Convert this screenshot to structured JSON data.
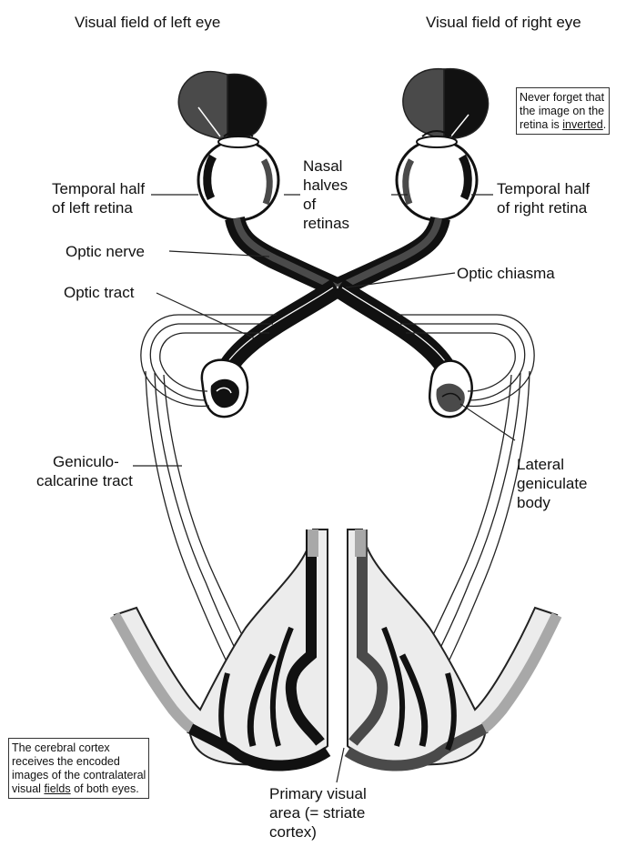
{
  "title_left": "Visual field of left eye",
  "title_right": "Visual field of right eye",
  "note_inverted": {
    "line1": "Never forget that",
    "line2": "the image on the",
    "line3_prefix": "retina is ",
    "line3_emph": "inverted",
    "line3_suffix": "."
  },
  "labels": {
    "temporal_left": [
      "Temporal half",
      "of left retina"
    ],
    "nasal": [
      "Nasal",
      "halves",
      "of",
      "retinas"
    ],
    "temporal_right": [
      "Temporal half",
      "of right retina"
    ],
    "optic_nerve": "Optic nerve",
    "optic_chiasma": "Optic chiasma",
    "optic_tract": "Optic tract",
    "geniculo": [
      "Geniculo-",
      "calcarine tract"
    ],
    "lateral_geniculate": [
      "Lateral",
      "geniculate",
      "body"
    ],
    "primary_visual": [
      "Primary visual",
      "area (= striate",
      "cortex)"
    ]
  },
  "note_cortex": {
    "line1": "The cerebral cortex",
    "line2": "receives the encoded",
    "line3": "images of the contralateral",
    "line4_prefix": "visual ",
    "line4_emph": "fields",
    "line4_suffix": " of both eyes."
  },
  "colors": {
    "dark": "#111111",
    "mid_gray": "#4a4a4a",
    "light_fill": "#ececec",
    "cortex_gray": "#a8a8a8",
    "outline": "#222222"
  }
}
